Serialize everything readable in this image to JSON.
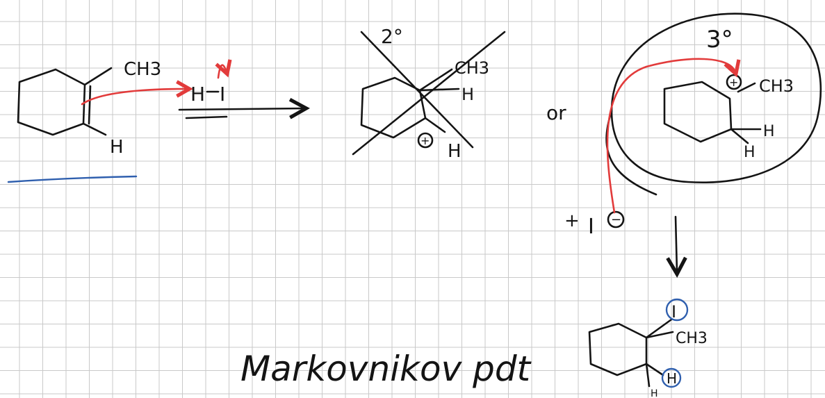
{
  "diagram": {
    "reactant": {
      "substituent": "CH3",
      "hydrogen": "H"
    },
    "reagent": {
      "h": "H",
      "i": "I"
    },
    "secondary_cation": {
      "degree": "2°",
      "substituent": "CH3",
      "hydrogen": "H",
      "charge": "+",
      "charge_hydrogen": "H"
    },
    "connector": "or",
    "tertiary_cation": {
      "degree": "3°",
      "charge": "+",
      "substituent": "CH3",
      "hydrogen_top": "H",
      "hydrogen_bottom": "H"
    },
    "iodide": {
      "plus": "+",
      "atom": "I",
      "charge": "−"
    },
    "product": {
      "iodine": "I",
      "substituent": "CH3",
      "hydrogen": "H",
      "hydrogen_added": "H"
    },
    "caption": "Markovnikov pdt",
    "colors": {
      "ink": "#141414",
      "electron_arrow": "#e23b3b",
      "highlight": "#2f5fae",
      "grid": "#c9c9c9"
    }
  }
}
